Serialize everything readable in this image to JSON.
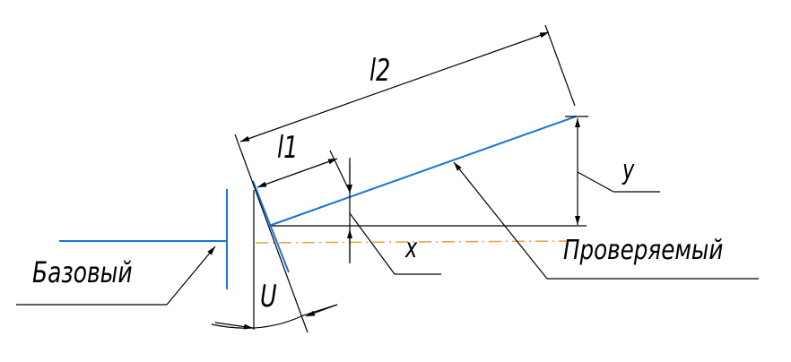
{
  "labels": {
    "l2": "l2",
    "l1": "l1",
    "y": "y",
    "x": "x",
    "u": "U",
    "base": "Базовый",
    "checked": "Проверяемый"
  },
  "colors": {
    "line": "#1a73d6",
    "axis": "#e8a040",
    "ink": "#000000"
  }
}
